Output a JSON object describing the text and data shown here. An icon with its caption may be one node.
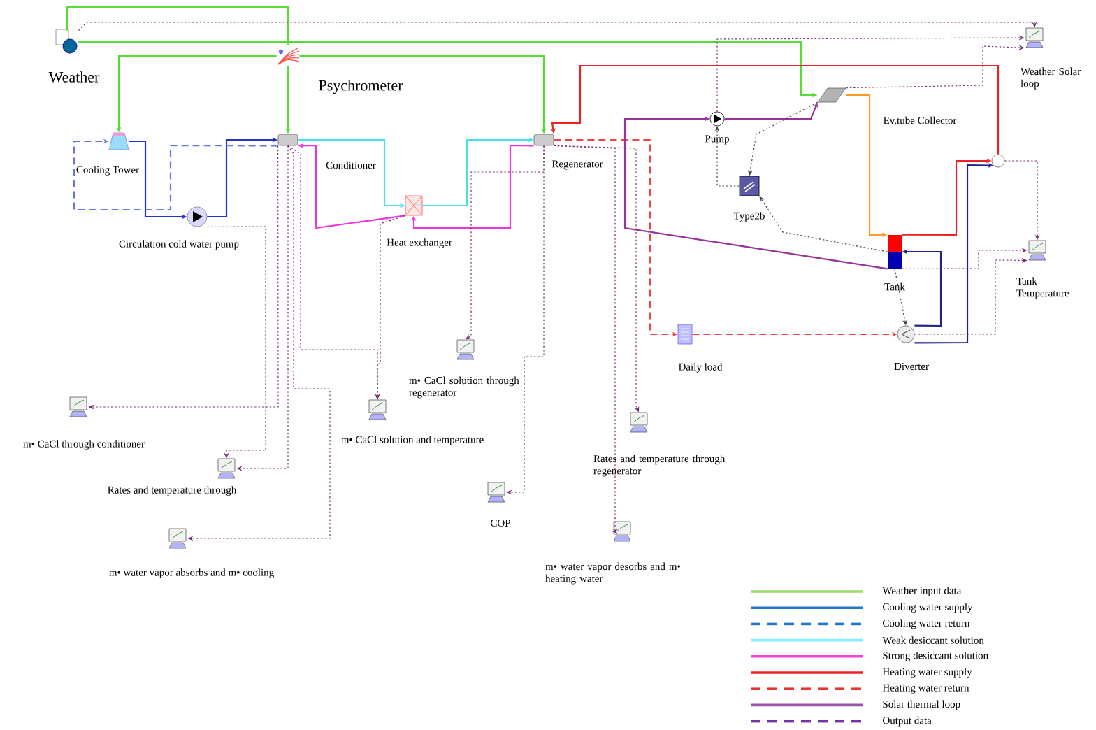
{
  "diagram": {
    "nodes": [
      {
        "text": [
          "Weather"
        ]
      },
      {
        "text": [
          "Psychrometer"
        ]
      },
      {
        "text": [
          "Cooling Tower"
        ]
      },
      {
        "text": [
          "Conditioner"
        ]
      },
      {
        "text": [
          "Circulation cold water pump"
        ]
      },
      {
        "text": [
          "Heat exchanger"
        ]
      },
      {
        "text": [
          "Regenerator"
        ]
      },
      {
        "text": [
          "Pump"
        ]
      },
      {
        "text": [
          "Ev.tube Collector"
        ]
      },
      {
        "text": [
          "Type2b"
        ]
      },
      {
        "text": [
          "Tank"
        ]
      },
      {
        "text": [
          "Diverter"
        ]
      },
      {
        "text": [
          "Daily load"
        ]
      },
      {
        "text": [
          "Weather Solar loop"
        ]
      },
      {
        "text": [
          "Tank Temperature"
        ]
      },
      {
        "text": [],
        "shape": "circle"
      },
      {
        "text": [
          "m• CaCl solution through regenerator"
        ]
      },
      {
        "text": [
          "m• CaCl through conditioner"
        ]
      },
      {
        "text": [
          "Rates and temperature through"
        ]
      },
      {
        "text": [
          "m• CaCl solution and temperature"
        ]
      },
      {
        "text": [
          "COP"
        ]
      },
      {
        "text": [
          "Rates and temperature through regenerator"
        ]
      },
      {
        "text": [
          "m• water vapor absorbs and m• cooling"
        ]
      },
      {
        "text": [
          "m• water vapor desorbs and m• heating water"
        ]
      }
    ],
    "edges": [
      {
        "from": 0,
        "to": 1,
        "arrow": "to",
        "color": "#55dd33"
      },
      {
        "from": 0,
        "to": 8,
        "arrow": "to",
        "color": "#55dd33"
      },
      {
        "from": 1,
        "to": 2,
        "arrow": "to",
        "color": "#55dd33"
      },
      {
        "from": 1,
        "to": 3,
        "arrow": "to",
        "color": "#55dd33"
      },
      {
        "from": 1,
        "to": 6,
        "arrow": "to",
        "color": "#55dd33"
      },
      {
        "from": 2,
        "to": 4,
        "arrow": "to",
        "color": "#2233cc"
      },
      {
        "from": 4,
        "to": 3,
        "arrow": "to",
        "color": "#2233cc"
      },
      {
        "from": 3,
        "to": 2,
        "arrow": "to",
        "style": "dashed",
        "color": "#6677dd"
      },
      {
        "from": 3,
        "to": 5,
        "arrow": "to",
        "color": "#44e0ee"
      },
      {
        "from": 5,
        "to": 6,
        "arrow": "to",
        "color": "#44e0ee"
      },
      {
        "from": 6,
        "to": 5,
        "arrow": "to",
        "color": "#ee33dd"
      },
      {
        "from": 5,
        "to": 3,
        "arrow": "to",
        "color": "#ee33dd"
      },
      {
        "from": 15,
        "to": 6,
        "arrow": "to",
        "color": "#ee2222"
      },
      {
        "from": 6,
        "to": 12,
        "arrow": "to",
        "style": "dashed",
        "color": "#ee4444"
      },
      {
        "from": 12,
        "to": 11,
        "arrow": "to",
        "style": "dashed",
        "color": "#ee4444"
      },
      {
        "from": 10,
        "to": 15,
        "arrow": "to",
        "color": "#ee2222"
      },
      {
        "from": 11,
        "to": 10,
        "arrow": "to",
        "color": "#222288"
      },
      {
        "from": 11,
        "to": 15,
        "arrow": "to",
        "color": "#222288"
      },
      {
        "from": 10,
        "to": 7,
        "arrow": "to",
        "color": "#993399"
      },
      {
        "from": 7,
        "to": 8,
        "arrow": "to",
        "color": "#993399"
      },
      {
        "from": 8,
        "to": 10,
        "arrow": "to",
        "color": "#ff9922"
      },
      {
        "from": 8,
        "to": 9,
        "arrow": "to",
        "style": "dashed",
        "color": "#444444"
      },
      {
        "from": 10,
        "to": 9,
        "arrow": "to",
        "style": "dashed",
        "color": "#444444"
      },
      {
        "from": 9,
        "to": 7,
        "arrow": "to",
        "style": "dashed",
        "color": "#444444"
      },
      {
        "from": 10,
        "to": 11,
        "arrow": "to",
        "style": "dashed",
        "color": "#444444"
      },
      {
        "from": 0,
        "to": 13,
        "arrow": "to",
        "style": "dashed",
        "color": "#7a2a7a"
      },
      {
        "from": 7,
        "to": 13,
        "arrow": "to",
        "style": "dashed",
        "color": "#7a2a7a"
      },
      {
        "from": 8,
        "to": 13,
        "arrow": "to",
        "style": "dashed",
        "color": "#7a2a7a"
      },
      {
        "from": 15,
        "to": 14,
        "arrow": "to",
        "style": "dashed",
        "color": "#7a2a7a"
      },
      {
        "from": 10,
        "to": 14,
        "arrow": "to",
        "style": "dashed",
        "color": "#7a2a7a"
      },
      {
        "from": 11,
        "to": 14,
        "arrow": "to",
        "style": "dashed",
        "color": "#7a2a7a"
      },
      {
        "from": 4,
        "to": 18,
        "arrow": "to",
        "style": "dashed",
        "color": "#7a2a7a"
      },
      {
        "from": 3,
        "to": 17,
        "arrow": "to",
        "style": "dashed",
        "color": "#7a2a7a"
      },
      {
        "from": 3,
        "to": 18,
        "arrow": "to",
        "style": "dashed",
        "color": "#7a2a7a"
      },
      {
        "from": 3,
        "to": 19,
        "arrow": "to",
        "style": "dashed",
        "color": "#7a2a7a"
      },
      {
        "from": 3,
        "to": 22,
        "arrow": "to",
        "style": "dashed",
        "color": "#7a2a7a"
      },
      {
        "from": 5,
        "to": 19,
        "arrow": "to",
        "style": "dashed",
        "color": "#7a2a7a"
      },
      {
        "from": 6,
        "to": 16,
        "arrow": "to",
        "style": "dashed",
        "color": "#7a2a7a"
      },
      {
        "from": 6,
        "to": 20,
        "arrow": "to",
        "style": "dashed",
        "color": "#7a2a7a"
      },
      {
        "from": 6,
        "to": 21,
        "arrow": "to",
        "style": "dashed",
        "color": "#7a2a7a"
      },
      {
        "from": 6,
        "to": 23,
        "arrow": "to",
        "style": "dashed",
        "color": "#7a2a7a"
      }
    ],
    "legend": [
      {
        "text": "Weather input data",
        "color": "#99dd66"
      },
      {
        "text": "Cooling water supply",
        "color": "#2277cc"
      },
      {
        "text": "Cooling water return",
        "color": "#2277cc"
      },
      {
        "text": "Weak desiccant solution",
        "color": "#88eeff"
      },
      {
        "text": "Strong desiccant solution",
        "color": "#ee44dd"
      },
      {
        "text": "Heating water supply",
        "color": "#ee2222"
      },
      {
        "text": "Heating water return",
        "color": "#ee3333"
      },
      {
        "text": "Solar thermal loop",
        "color": "#9955aa"
      },
      {
        "text": "Output data",
        "color": "#7733aa"
      }
    ]
  }
}
